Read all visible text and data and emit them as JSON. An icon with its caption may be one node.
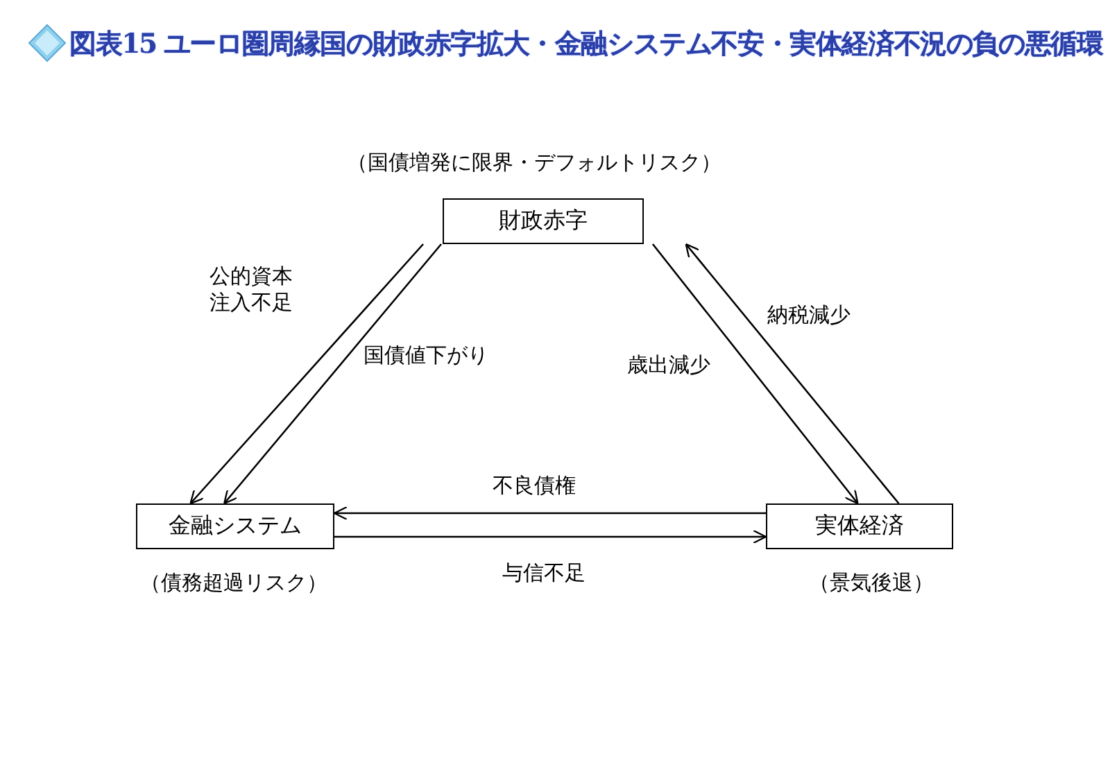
{
  "diagram": {
    "title": "図表15 ユーロ圏周縁国の財政赤字拡大・金融システム不安・実体経済不況の負の悪循環",
    "nodes": [
      {
        "text": [
          "財政赤字"
        ],
        "beside": [
          "（国債増発に限界・デフォルトリスク）"
        ]
      },
      {
        "text": [
          "金融システム"
        ],
        "beside": [
          "（債務超過リスク）"
        ]
      },
      {
        "text": [
          "実体経済"
        ],
        "beside": [
          "（景気後退）"
        ]
      }
    ],
    "edges": [
      {
        "from": 0,
        "to": 1,
        "arrow": "to",
        "label": "公的資本注入不足"
      },
      {
        "from": 0,
        "to": 1,
        "arrow": "to",
        "label": "国債値下がり"
      },
      {
        "from": 0,
        "to": 2,
        "arrow": "to",
        "label": "歳出減少"
      },
      {
        "from": 2,
        "to": 0,
        "arrow": "to",
        "label": "納税減少"
      },
      {
        "from": 2,
        "to": 1,
        "arrow": "to",
        "label": "不良債権"
      },
      {
        "from": 1,
        "to": 2,
        "arrow": "to",
        "label": "与信不足"
      }
    ]
  }
}
